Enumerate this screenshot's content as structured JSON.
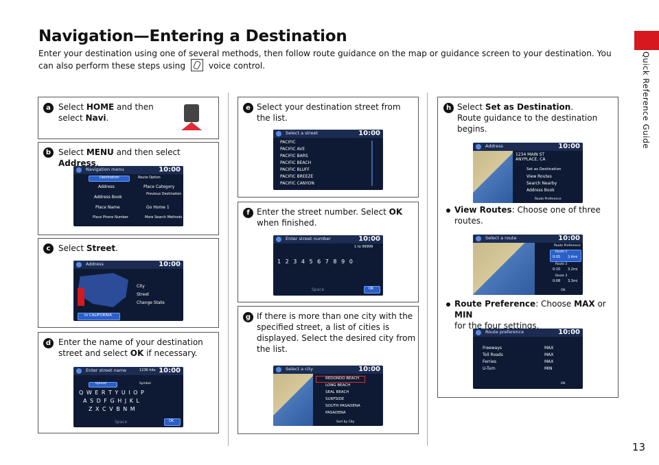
{
  "header": {
    "title": "Navigation—Entering a Destination",
    "intro_a": "Enter your destination using one of several methods, then follow route guidance on the map or guidance screen to your destination. You",
    "intro_b": "can also perform these steps using",
    "intro_c": "voice control."
  },
  "sidebar": {
    "label": "Quick Reference Guide"
  },
  "page_number": "13",
  "steps": {
    "s1": {
      "badge": "a",
      "pre": "Select ",
      "bold1": "HOME",
      "mid": " and then",
      "pre2": "select ",
      "bold2": "Navi",
      "post": "."
    },
    "s2": {
      "badge": "b",
      "pre": "Select ",
      "bold1": "MENU",
      "mid": " and then select ",
      "bold2": "Address",
      "post": "."
    },
    "s3": {
      "badge": "c",
      "pre": "Select ",
      "bold1": "Street",
      "post": "."
    },
    "s4": {
      "badge": "d",
      "line1": "Enter the name of your destination",
      "pre": "street and select ",
      "bold1": "OK",
      "post": " if necessary."
    },
    "s5": {
      "badge": "e",
      "line1": "Select your destination street from",
      "line2": "the list."
    },
    "s6": {
      "badge": "f",
      "pre": "Enter the street number. Select ",
      "bold1": "OK",
      "line2": "when finished."
    },
    "s7": {
      "badge": "g",
      "line1": "If there is more than one city with the",
      "line2": "specified street, a list of cities is",
      "line3": "displayed. Select the desired city from",
      "line4": "the list."
    },
    "s8": {
      "badge": "h",
      "pre": "Select ",
      "bold1": "Set as Destination",
      "post": ".",
      "line2": "Route guidance to the destination",
      "line3": "begins."
    }
  },
  "bullets": {
    "b1": {
      "bold": "View Routes",
      "text": ": Choose one of three",
      "line2": "routes."
    },
    "b2": {
      "bold": "Route Preference",
      "text": ": Choose ",
      "bold2": "MAX",
      "text2": " or ",
      "bold3": "MIN",
      "line2": "for the four settings."
    }
  },
  "screens": {
    "clock": "10:00",
    "nav_menu": {
      "title": "Navigation menu",
      "tab1": "Destination",
      "tab2": "Route Option",
      "items": [
        "Address",
        "Place Category",
        "Address Book",
        "Previous Destination",
        "Place Name",
        "Go Home 1",
        "Place Phone Number",
        "More Search Methods"
      ]
    },
    "address": {
      "title": "Address",
      "items": [
        "City",
        "Street",
        "Change State"
      ],
      "state": "In CALIFORNIA"
    },
    "street_name": {
      "title": "Enter street name",
      "hint": "1236 hits",
      "rows": [
        "Q W E R T Y U I O P",
        "A S D F G H J K L",
        "Z X C V B N M"
      ],
      "space": "Space",
      "ok": "OK",
      "tab1": "Upload",
      "tab2": "Symbol"
    },
    "select_street": {
      "title": "Select a street",
      "items": [
        "PACIFIC",
        "PACIFIC AVE",
        "PACIFIC BARS",
        "PACIFIC BEACH",
        "PACIFIC BLUFF",
        "PACIFIC BREEZE",
        "PACIFIC CANYON"
      ]
    },
    "street_number": {
      "title": "Enter street number",
      "hint": "1 to 99999",
      "row": "1 2 3 4 5 6 7 8 9 0",
      "space": "Space",
      "ok": "OK"
    },
    "select_city": {
      "title": "Select a city",
      "items": [
        "REDONDO BEACH",
        "LONG BEACH",
        "SEAL BEACH",
        "SURFSIDE",
        "SOUTH PASADENA",
        "PASADENA"
      ],
      "sort": "Sort by City"
    },
    "confirm": {
      "title": "Address",
      "addr1": "1234 MAIN ST",
      "addr2": "ANYPLACE, CA",
      "items": [
        "Set as Destination",
        "View Routes",
        "Search Nearby",
        "Address Book"
      ],
      "footer": "Route Preference"
    },
    "routes": {
      "title": "Select a route",
      "header": "Route Preference",
      "items": [
        {
          "name": "Route 1",
          "time": "0:05",
          "dist": "3.4mi"
        },
        {
          "name": "Route 2",
          "time": "0:10",
          "dist": "3.2mi"
        },
        {
          "name": "Route 3",
          "time": "0:08",
          "dist": "3.3mi"
        }
      ],
      "ok": "OK"
    },
    "prefs": {
      "title": "Route preference",
      "rows": [
        {
          "label": "Freeways",
          "val": "MAX"
        },
        {
          "label": "Toll Roads",
          "val": "MAX"
        },
        {
          "label": "Ferries",
          "val": "MAX"
        },
        {
          "label": "U-Turn",
          "val": "MIN"
        }
      ],
      "ok": "OK"
    }
  }
}
